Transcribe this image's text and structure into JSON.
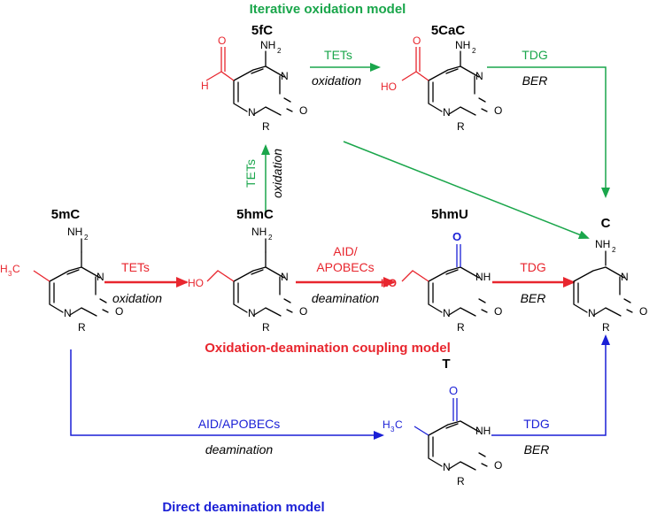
{
  "models": {
    "iterative": "Iterative oxidation model",
    "coupling": "Oxidation-deamination coupling model",
    "direct": "Direct deamination model"
  },
  "compounds": {
    "c5mC": "5mC",
    "c5hmC": "5hmC",
    "c5fC": "5fC",
    "c5CaC": "5CaC",
    "c5hmU": "5hmU",
    "cT": "T",
    "cC": "C"
  },
  "atoms": {
    "N": "N",
    "NH": "NH",
    "O": "O",
    "R": "R",
    "NH2": "NH",
    "sub2": "2",
    "H": "H",
    "H3C": "H",
    "sub3": "3",
    "C": "C",
    "HO": "HO"
  },
  "reactions": {
    "tets": "TETs",
    "oxidation": "oxidation",
    "aid_apobecs_l1": "AID/",
    "aid_apobecs_l2": "APOBECs",
    "aid_apobecs": "AID/APOBECs",
    "deamination": "deamination",
    "tdg": "TDG",
    "ber": "BER"
  },
  "colors": {
    "green": "#1aa64b",
    "red": "#e8262e",
    "blue": "#1a1fd6",
    "black": "#000000"
  }
}
